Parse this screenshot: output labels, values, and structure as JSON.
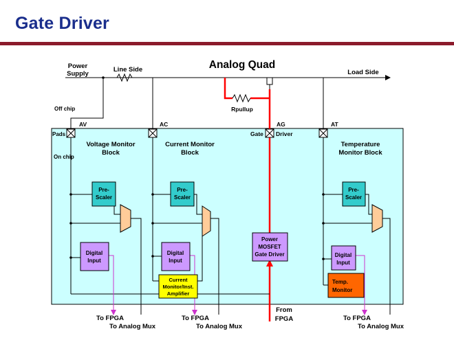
{
  "slide": {
    "title": "Gate Driver"
  },
  "diagram": {
    "top": {
      "power_supply_1": "Power",
      "power_supply_2": "Supply",
      "line_side": "Line Side",
      "analog_quad": "Analog Quad",
      "load_side": "Load Side",
      "rpullup": "Rpullup",
      "off_chip": "Off chip",
      "on_chip": "On chip",
      "pads": "Pads"
    },
    "pads": {
      "av": "AV",
      "ac": "AC",
      "ag": "AG",
      "at": "AT"
    },
    "gate": "Gate",
    "driver": "Driver",
    "voltage_block": {
      "title_1": "Voltage Monitor",
      "title_2": "Block"
    },
    "current_block": {
      "title_1": "Current Monitor",
      "title_2": "Block"
    },
    "temp_block": {
      "title_1": "Temperature",
      "title_2": "Monitor Block"
    },
    "prescaler": {
      "line_1": "Pre-",
      "line_2": "Scaler"
    },
    "digital_input": {
      "line_1": "Digital",
      "line_2": "Input"
    },
    "power_mosfet": {
      "line_1": "Power",
      "line_2": "MOSFET",
      "line_3": "Gate Driver"
    },
    "current_amp": {
      "line_1": "Current",
      "line_2": "Monitor/Inst.",
      "line_3": "Amplifier"
    },
    "temp_monitor": {
      "line_1": "Temp.",
      "line_2": "Monitor"
    },
    "outputs": {
      "to_fpga": "To FPGA",
      "to_analog_mux": "To Analog Mux",
      "from_1": "From",
      "from_2": "FPGA"
    },
    "colors": {
      "chip": "#ccffff",
      "prescaler": "#33cccc",
      "digital": "#cc99ff",
      "current_amp": "#ffff00",
      "temp_monitor": "#ff6600",
      "mux": "#ffcc99",
      "gate_line": "#ff0000",
      "fpga_line": "#cc33cc",
      "title": "#1a2e8c",
      "rule": "#8b1a2b"
    }
  }
}
